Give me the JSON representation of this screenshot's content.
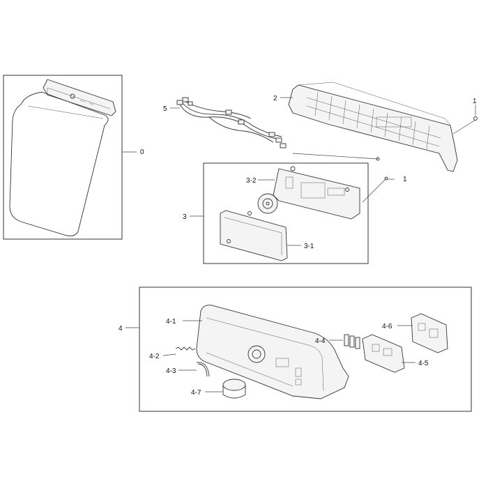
{
  "labels": {
    "lid": "0",
    "panel": "2",
    "screw_top": "1",
    "screw_mid": "1",
    "harness": "5",
    "pcb_group": "3",
    "pcb": "3-2",
    "pcb_cover": "3-1",
    "control_group": "4",
    "control_panel": "4-1",
    "spring": "4-2",
    "ring": "4-3",
    "knob": "4-7",
    "buttons": "4-4",
    "sub_pcb": "4-5",
    "holder": "4-6"
  },
  "colors": {
    "line": "#333333",
    "background": "#ffffff"
  }
}
